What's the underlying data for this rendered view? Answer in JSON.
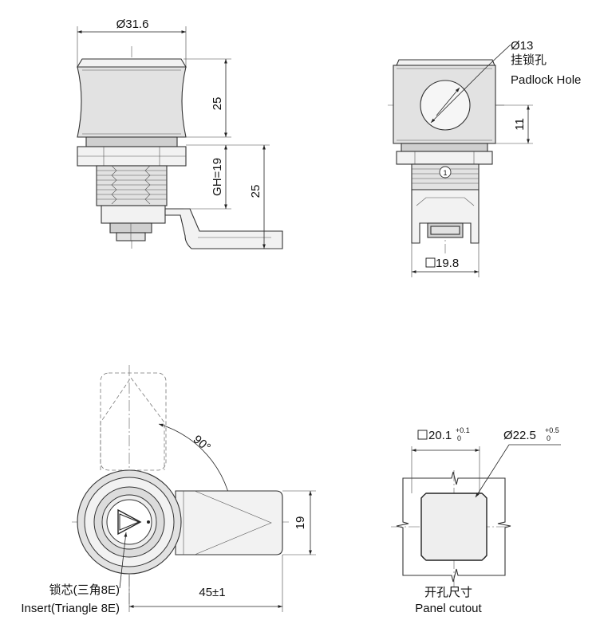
{
  "labels": {
    "dia_top": "Ø31.6",
    "dim_25_body": "25",
    "dim_gh": "GH=19",
    "dim_25_total": "25",
    "padlock_dia": "Ø13",
    "padlock_cn": "挂锁孔",
    "padlock_en": "Padlock Hole",
    "dim_11": "11",
    "square_19_8": "19.8",
    "angle_90": "90°",
    "dim_19": "19",
    "dim_45": "45±1",
    "insert_cn": "锁芯(三角8E)",
    "insert_en": "Insert(Triangle 8E)",
    "cutout_square": "20.1",
    "cutout_square_tol_up": "+0.1",
    "cutout_square_tol_lo": "0",
    "cutout_dia": "Ø22.5",
    "cutout_dia_tol_up": "+0.5",
    "cutout_dia_tol_lo": "0",
    "cutout_cn": "开孔尺寸",
    "cutout_en": "Panel cutout",
    "marker_1": "1"
  }
}
